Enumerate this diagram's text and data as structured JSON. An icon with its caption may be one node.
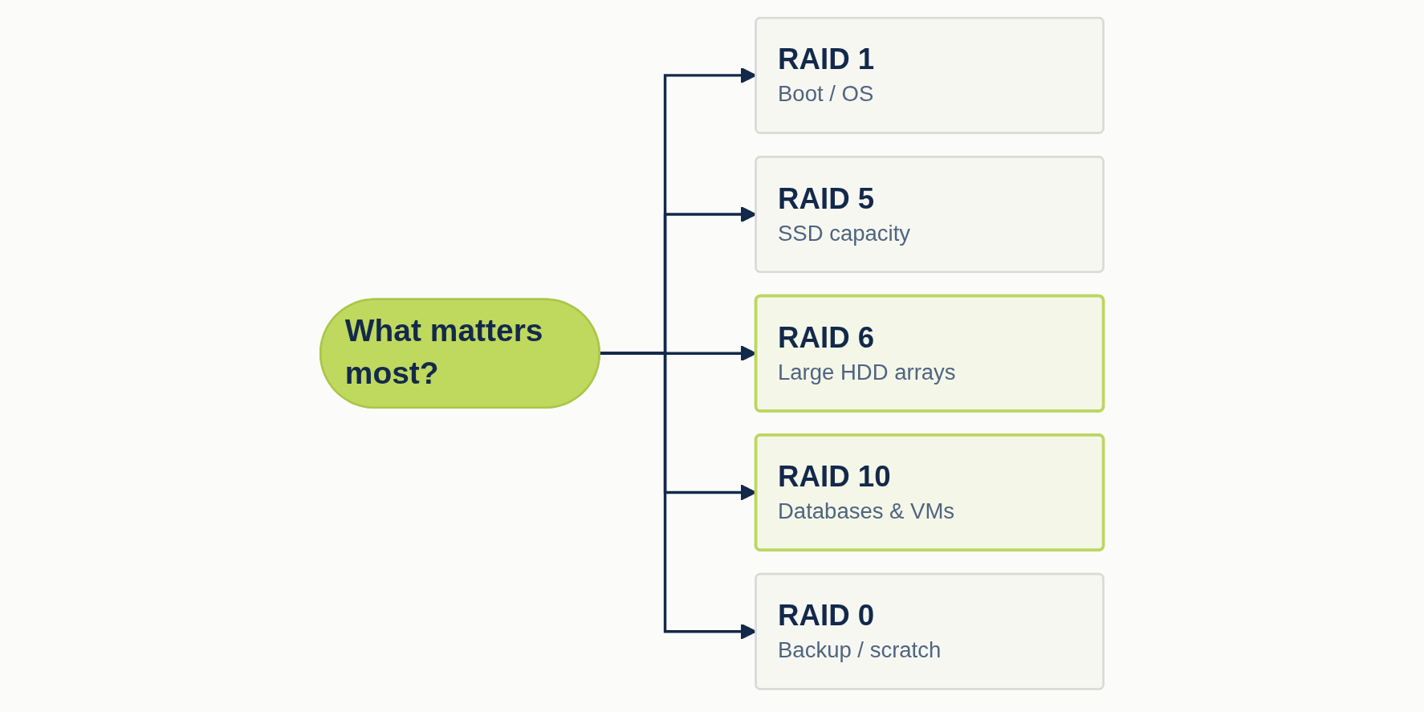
{
  "diagram": {
    "nodes": [
      {
        "text": [
          "What matters most?"
        ]
      },
      {
        "text": [
          "RAID 1",
          "Boot / OS"
        ]
      },
      {
        "text": [
          "RAID 5",
          "SSD capacity"
        ]
      },
      {
        "text": [
          "RAID 6",
          "Large HDD arrays"
        ]
      },
      {
        "text": [
          "RAID 10",
          "Databases & VMs"
        ]
      },
      {
        "text": [
          "RAID 0",
          "Backup / scratch"
        ]
      }
    ],
    "edges": [
      {
        "from": 0,
        "to": 1,
        "arrow": "to"
      },
      {
        "from": 0,
        "to": 2,
        "arrow": "to"
      },
      {
        "from": 0,
        "to": 3,
        "arrow": "to"
      },
      {
        "from": 0,
        "to": 4,
        "arrow": "to"
      },
      {
        "from": 0,
        "to": 5,
        "arrow": "to"
      }
    ]
  }
}
